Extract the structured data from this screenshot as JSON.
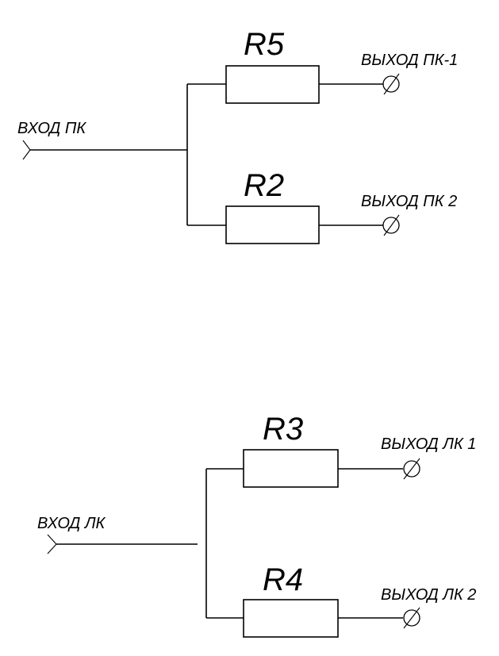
{
  "diagram": {
    "type": "circuit-schematic",
    "colors": {
      "stroke": "#000000",
      "background": "#ffffff"
    },
    "circuits": [
      {
        "id": "pk",
        "input_label": "ВХОД ПК",
        "branches": [
          {
            "resistor": "R5",
            "output_label": "ВЫХОД ПК-1"
          },
          {
            "resistor": "R2",
            "output_label": "ВЫХОД ПК 2"
          }
        ],
        "input_connected_to_bus": true
      },
      {
        "id": "lk",
        "input_label": "ВХОД ЛК",
        "branches": [
          {
            "resistor": "R3",
            "output_label": "ВЫХОД ЛК 1"
          },
          {
            "resistor": "R4",
            "output_label": "ВЫХОД ЛК 2"
          }
        ],
        "input_connected_to_bus": false
      }
    ]
  }
}
